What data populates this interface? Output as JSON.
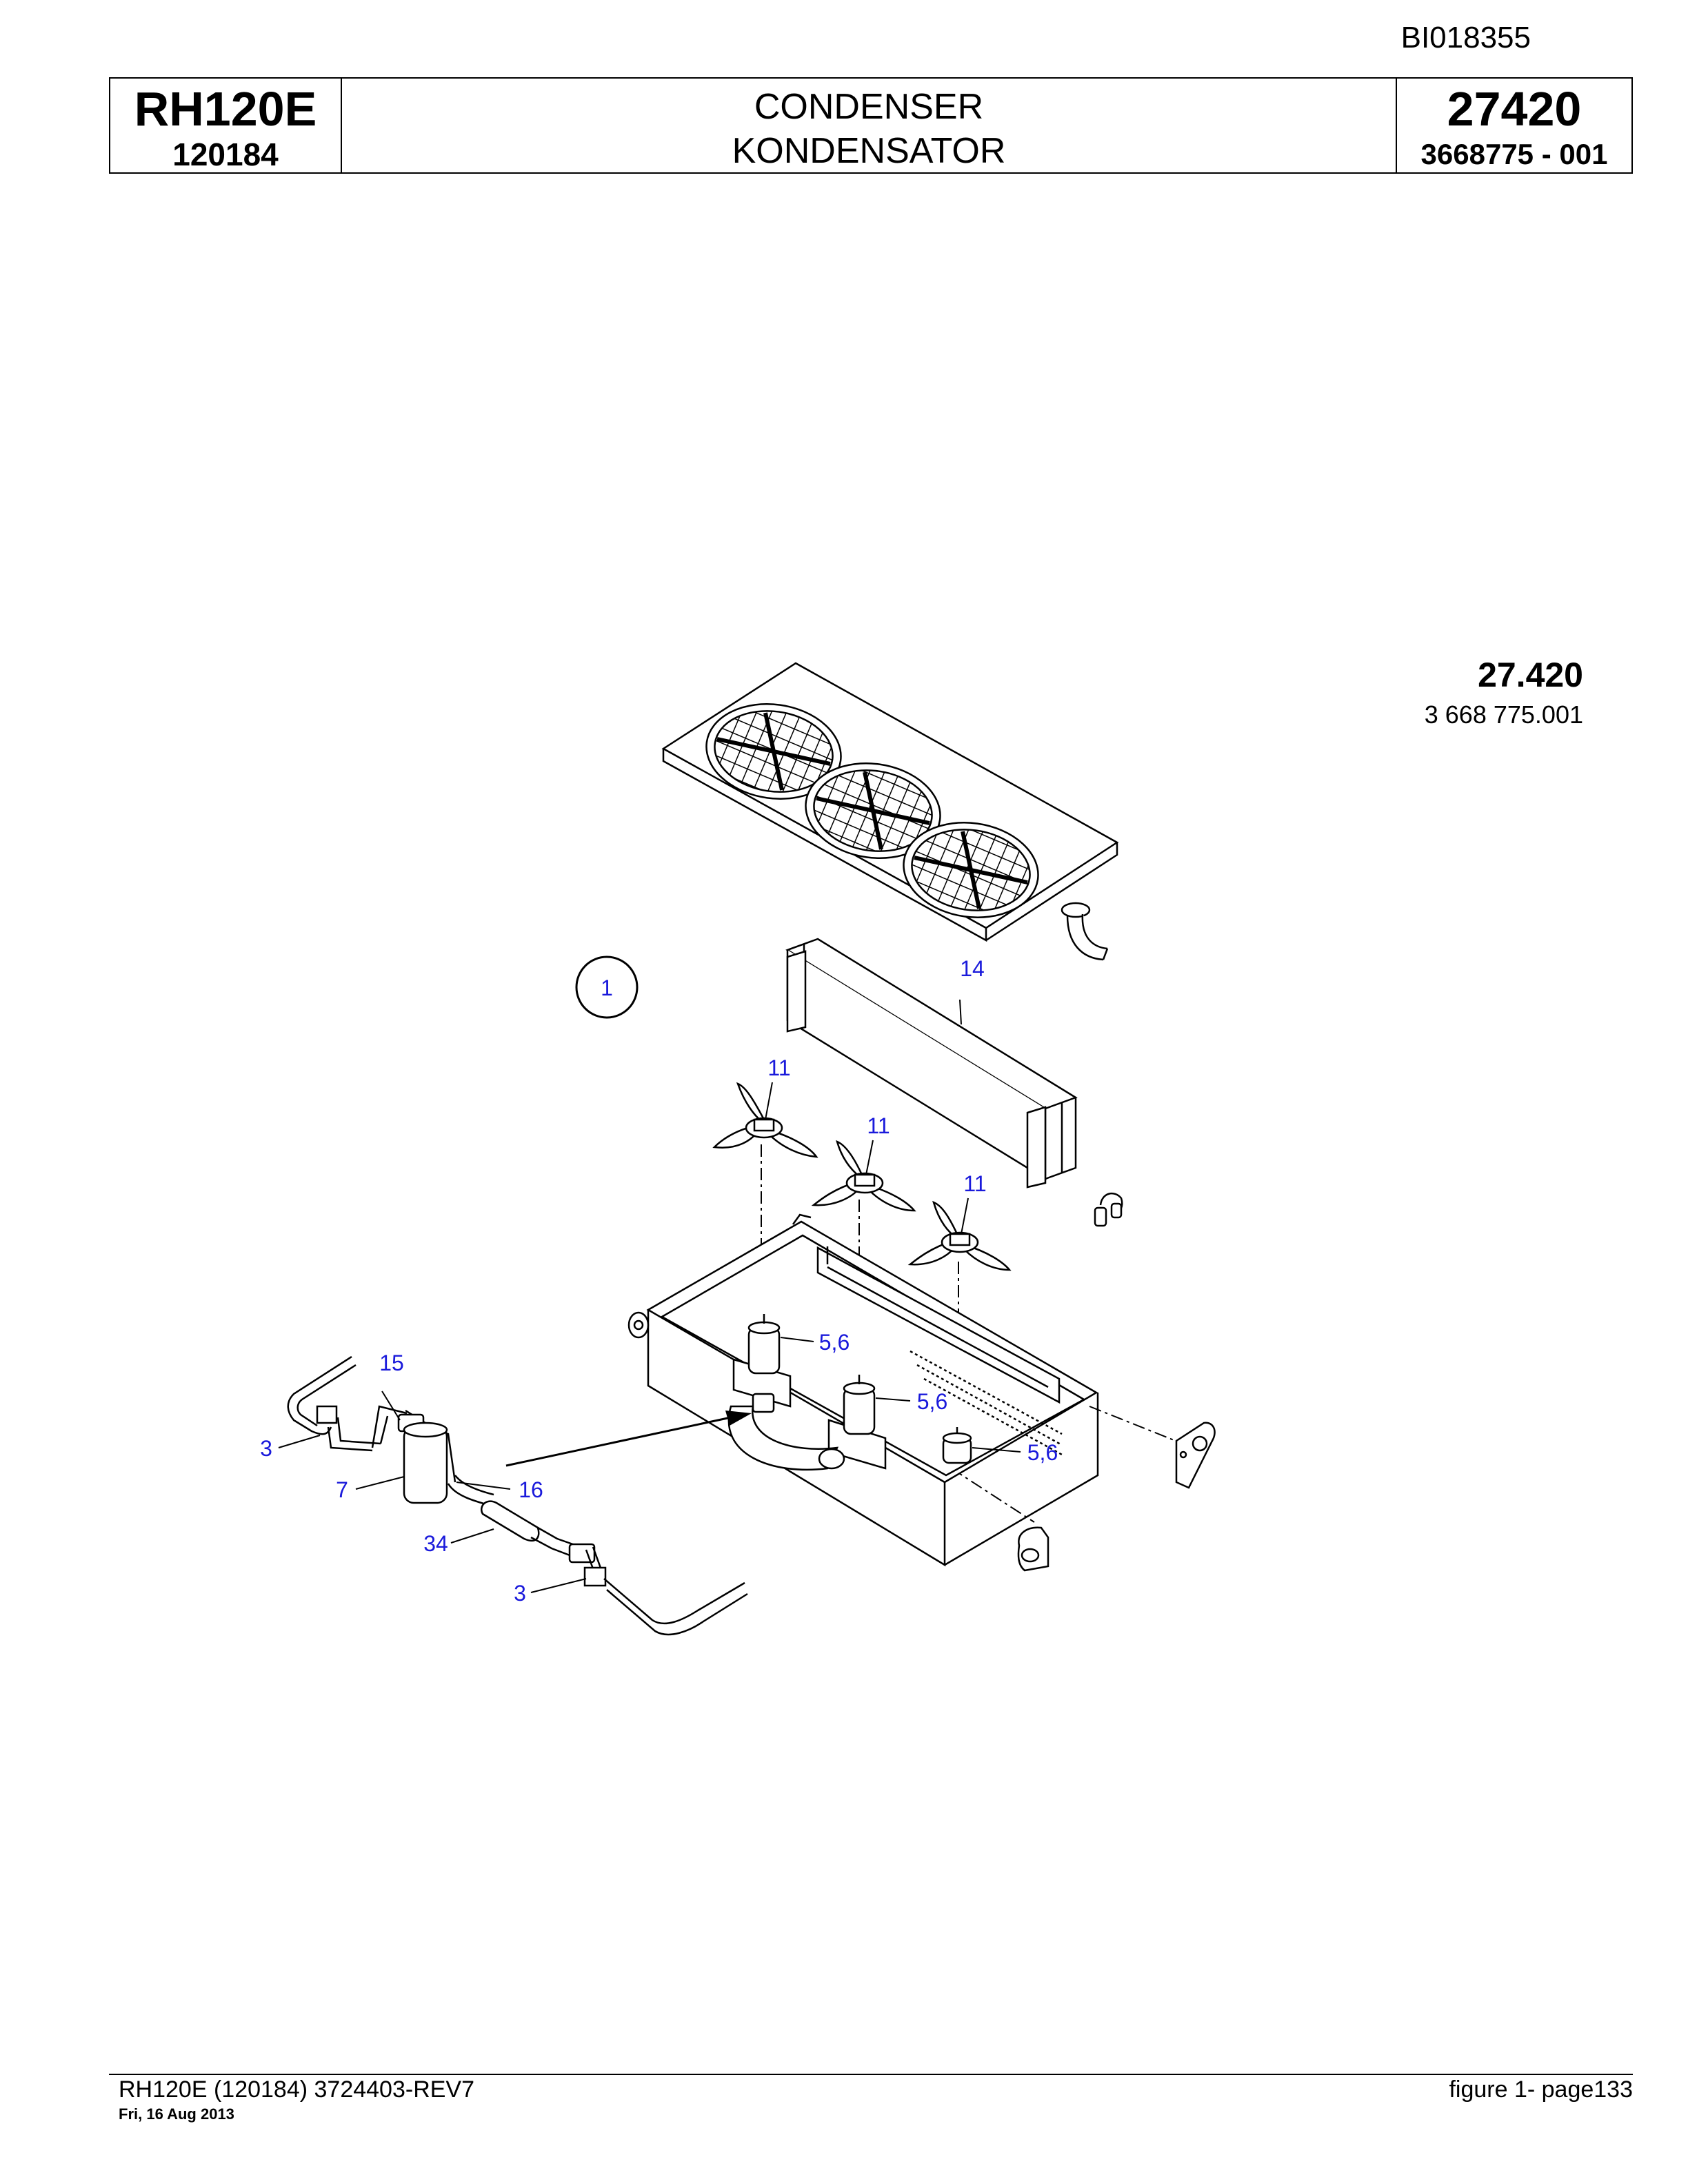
{
  "doc_id": "BI018355",
  "header": {
    "model": "RH120E",
    "serial": "120184",
    "title_en": "CONDENSER",
    "title_de": "KONDENSATOR",
    "page_code": "27420",
    "part_number": "3668775  - 001"
  },
  "figure_ref": {
    "number": "27.420",
    "part": "3 668 775.001"
  },
  "group_marker": "1",
  "callouts": {
    "c14": "14",
    "c11a": "11",
    "c11b": "11",
    "c11c": "11",
    "c56a": "5,6",
    "c56b": "5,6",
    "c56c": "5,6",
    "c15": "15",
    "c3a": "3",
    "c7": "7",
    "c16": "16",
    "c34": "34",
    "c3b": "3"
  },
  "footer": {
    "left": "RH120E (120184) 3724403-REV7",
    "date": "Fri, 16 Aug 2013",
    "right": "figure  1- page133"
  }
}
